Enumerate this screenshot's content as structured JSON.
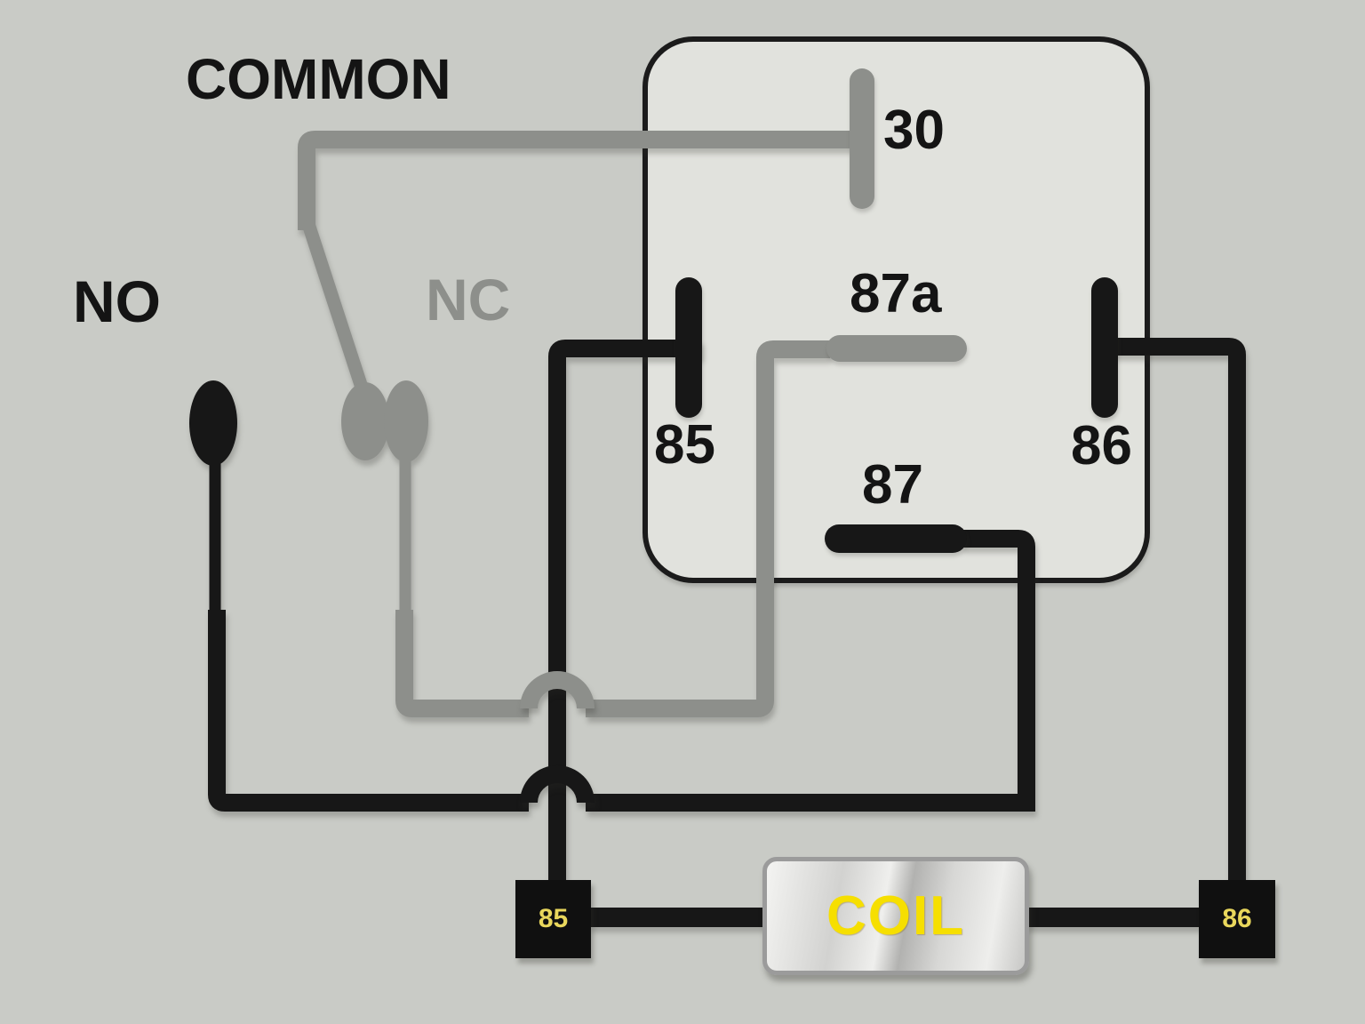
{
  "diagram": {
    "labels": {
      "common": "COMMON",
      "no": "NO",
      "nc": "NC",
      "pin30": "30",
      "pin87a": "87a",
      "pin85": "85",
      "pin86": "86",
      "pin87": "87",
      "terminal85": "85",
      "terminal86": "86",
      "coil": "COIL"
    },
    "colors": {
      "background": "#c9cbc6",
      "relay-fill": "#e1e2dd",
      "outline": "#1b1b1b",
      "black-wire": "#171717",
      "gray-wire": "#8d8f8b",
      "terminal-label": "#e9d75c",
      "coil-text": "#f6df00",
      "coil-border": "#9b9b9b"
    }
  }
}
